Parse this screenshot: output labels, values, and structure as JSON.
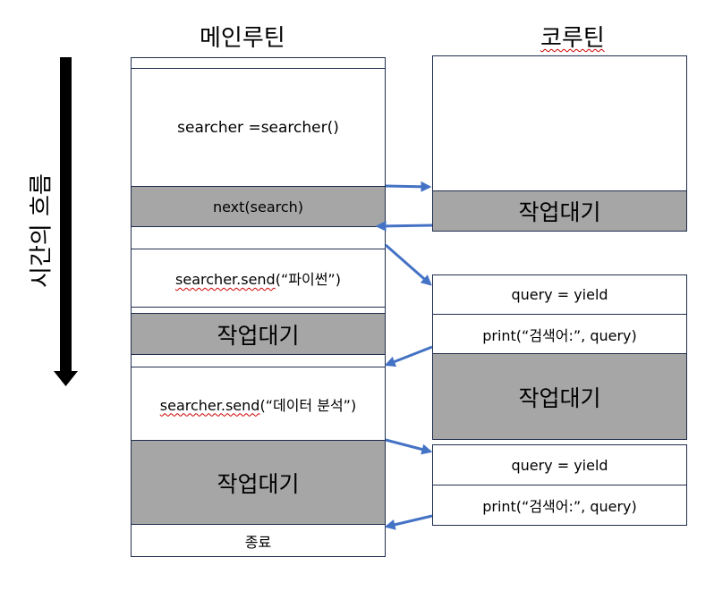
{
  "headings": {
    "main": "메인루틴",
    "coroutine": "코루틴"
  },
  "time_flow_label": "시간의 흐름",
  "main_column": {
    "create": "searcher =searcher()",
    "next": "next(search)",
    "send1_obj": "searcher.send",
    "send1_arg": "(“파이썬”)",
    "wait1": "작업대기",
    "send2_obj": "searcher.send",
    "send2_arg": "(“데이터 분석”)",
    "wait2": "작업대기",
    "end": "종료"
  },
  "coroutine_column": {
    "wait1": "작업대기",
    "yield1": "query = yield",
    "print1": "print(“검색어:”, query)",
    "wait2": "작업대기",
    "yield2": "query = yield",
    "print2": "print(“검색어:”, query)"
  },
  "colors": {
    "waiting_fill": "#a6a6a6",
    "arrow": "#4472c4",
    "border": "#1f2d4d",
    "spellcheck_underline": "#d00000"
  }
}
